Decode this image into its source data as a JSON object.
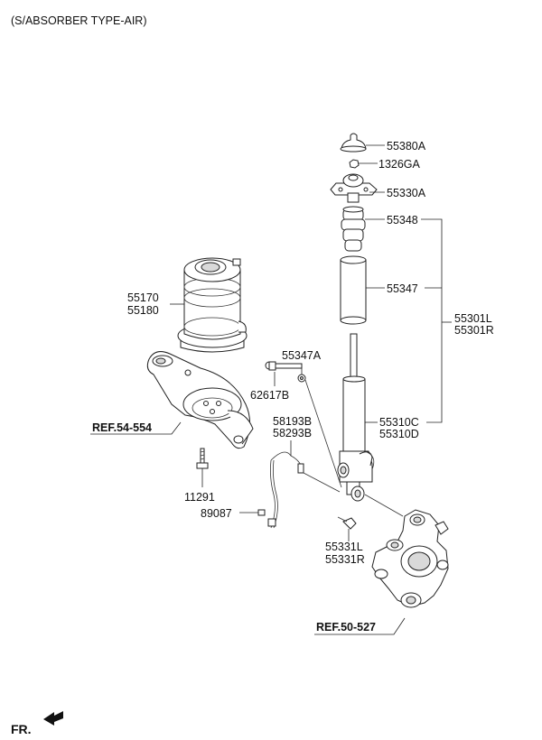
{
  "header": {
    "title": "(S/ABSORBER TYPE-AIR)"
  },
  "orientation": {
    "label": "FR."
  },
  "parts": {
    "p55380A": "55380A",
    "p1326GA": "1326GA",
    "p55330A": "55330A",
    "p55348": "55348",
    "p55347": "55347",
    "p55301L": "55301L",
    "p55301R": "55301R",
    "p55347A": "55347A",
    "p62617B": "62617B",
    "p55310C": "55310C",
    "p55310D": "55310D",
    "p58193B": "58193B",
    "p58293B": "58293B",
    "p55170": "55170",
    "p55180": "55180",
    "p11291": "11291",
    "p89087": "89087",
    "p55331L": "55331L",
    "p55331R": "55331R"
  },
  "refs": {
    "ref_left": "REF.54-554",
    "ref_bottom": "REF.50-527"
  }
}
